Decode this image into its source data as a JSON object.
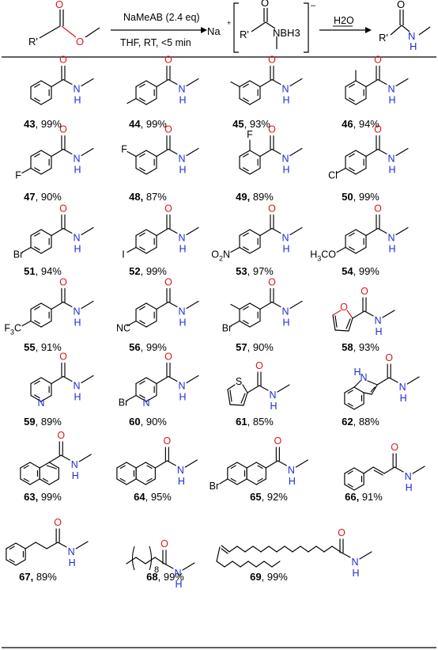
{
  "reaction": {
    "reagent": "NaMeAB (2.4 eq)",
    "conditions": "THF, RT, <5 min",
    "quench": "H2O",
    "cation": "Na",
    "cation_charge": "+",
    "anion_charge": "–",
    "substituent": "R'",
    "nbh3": "NBH3",
    "o_label": "O"
  },
  "compounds": [
    {
      "id": "43",
      "yield": "99%",
      "bold_comma": false
    },
    {
      "id": "44",
      "yield": "99%",
      "bold_comma": false
    },
    {
      "id": "45",
      "yield": "93%",
      "bold_comma": false
    },
    {
      "id": "46",
      "yield": "94%",
      "bold_comma": false
    },
    {
      "id": "47",
      "yield": "90%",
      "bold_comma": false
    },
    {
      "id": "48",
      "yield": "87%",
      "bold_comma": true
    },
    {
      "id": "49",
      "yield": "89%",
      "bold_comma": true
    },
    {
      "id": "50",
      "yield": "99%",
      "bold_comma": false
    },
    {
      "id": "51",
      "yield": "94%",
      "bold_comma": false
    },
    {
      "id": "52",
      "yield": "99%",
      "bold_comma": false
    },
    {
      "id": "53",
      "yield": "97%",
      "bold_comma": false
    },
    {
      "id": "54",
      "yield": "99%",
      "bold_comma": false
    },
    {
      "id": "55",
      "yield": "91%",
      "bold_comma": false
    },
    {
      "id": "56",
      "yield": "99%",
      "bold_comma": false
    },
    {
      "id": "57",
      "yield": "90%",
      "bold_comma": false
    },
    {
      "id": "58",
      "yield": "93%",
      "bold_comma": false
    },
    {
      "id": "59",
      "yield": "89%",
      "bold_comma": false
    },
    {
      "id": "60",
      "yield": "90%",
      "bold_comma": false
    },
    {
      "id": "61",
      "yield": "85%",
      "bold_comma": false
    },
    {
      "id": "62",
      "yield": "88%",
      "bold_comma": false
    },
    {
      "id": "63",
      "yield": "99%",
      "bold_comma": true
    },
    {
      "id": "64",
      "yield": "95%",
      "bold_comma": false
    },
    {
      "id": "65",
      "yield": "92%",
      "bold_comma": false
    },
    {
      "id": "66",
      "yield": "91%",
      "bold_comma": true
    },
    {
      "id": "67",
      "yield": "89%",
      "bold_comma": true
    },
    {
      "id": "68",
      "yield": "99%",
      "bold_comma": false
    },
    {
      "id": "69",
      "yield": "99%",
      "bold_comma": false
    }
  ],
  "labels": {
    "F": "F",
    "Cl": "Cl",
    "Br": "Br",
    "I": "I",
    "NO2": "O2N",
    "OMe": "H3CO",
    "CF3": "F3C",
    "CN": "NC",
    "N": "N",
    "O": "O",
    "S": "S",
    "H": "H",
    "NH": "N",
    "chain_n": "8"
  },
  "colors": {
    "carbonyl_o": "#e0161b",
    "amide_n": "#1d2bd6",
    "ink": "#000000"
  }
}
